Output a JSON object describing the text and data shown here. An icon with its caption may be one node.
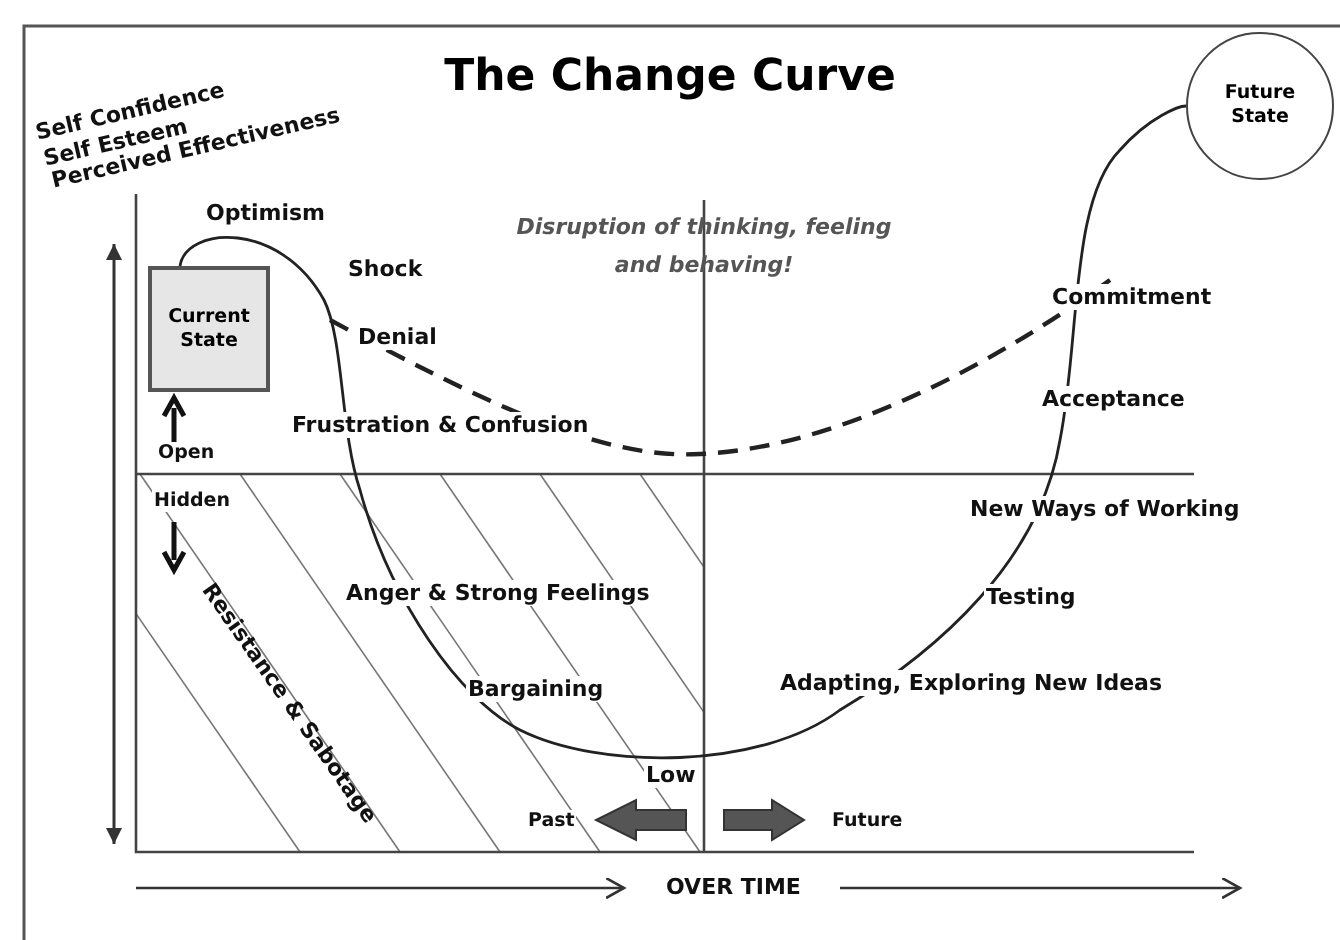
{
  "diagram": {
    "title": "The Change Curve",
    "nodes": [
      {
        "text": [
          "Current State"
        ]
      },
      {
        "text": [
          "Future State"
        ]
      }
    ],
    "edges": [
      {
        "from": 0,
        "to": 1,
        "arrow": "none"
      }
    ],
    "labels": [
      "Self Confidence",
      "Self Esteem",
      "Perceived Effectiveness",
      "Optimism",
      "Disruption of thinking, feeling and behaving!",
      "Shock",
      "Commitment",
      "Denial",
      "Acceptance",
      "Frustration & Confusion",
      "Open",
      "Hidden",
      "New Ways of Working",
      "Resistance & Sabotage",
      "Anger & Strong Feelings",
      "Testing",
      "Bargaining",
      "Adapting, Exploring New Ideas",
      "Low",
      "Past",
      "Future",
      "OVER TIME"
    ]
  }
}
